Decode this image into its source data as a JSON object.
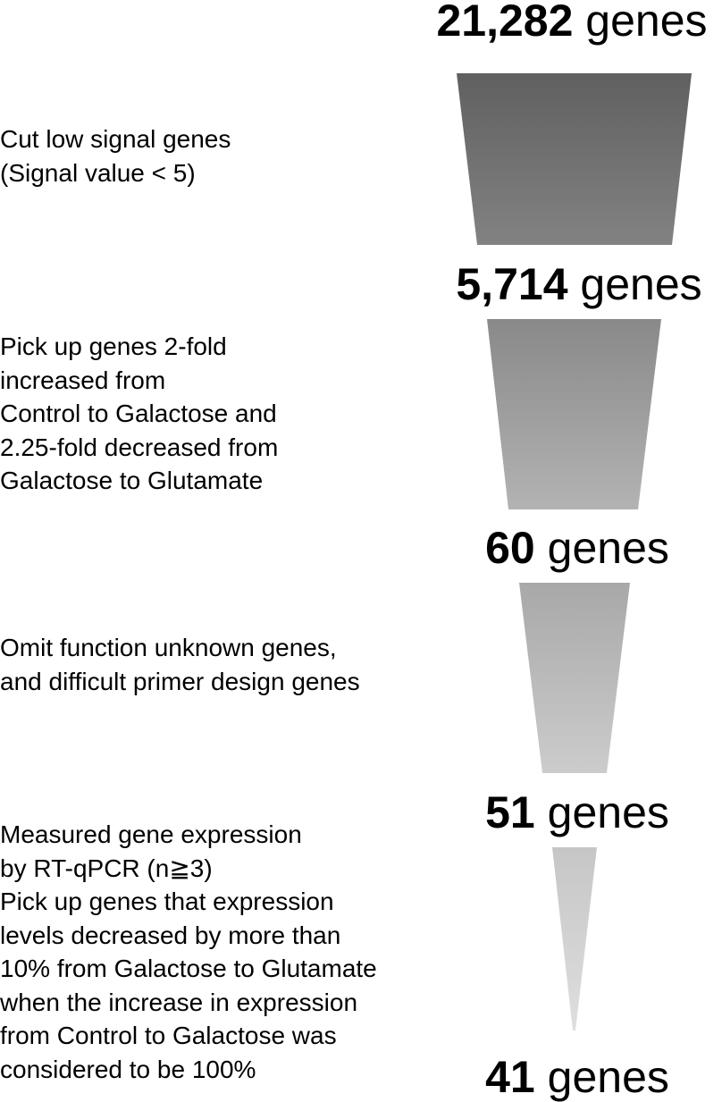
{
  "counts": [
    {
      "value": "21,282",
      "unit": " genes"
    },
    {
      "value": "5,714",
      "unit": " genes"
    },
    {
      "value": "60",
      "unit": " genes"
    },
    {
      "value": "51",
      "unit": " genes"
    },
    {
      "value": "41",
      "unit": " genes"
    }
  ],
  "steps": [
    {
      "lines": [
        "Cut low signal genes",
        "(Signal value < 5)"
      ]
    },
    {
      "lines": [
        "Pick up genes 2-fold",
        "increased from",
        "Control to Galactose and",
        "2.25-fold decreased from",
        "Galactose to Glutamate"
      ]
    },
    {
      "lines": [
        "Omit function unknown genes,",
        "and difficult primer design genes"
      ]
    },
    {
      "lines": [
        "Measured gene expression",
        "by RT-qPCR (n≧3)",
        "Pick up genes that expression",
        "levels decreased by more than",
        "10% from Galactose to Glutamate",
        "when the increase in expression",
        "from Control to Galactose was",
        "considered to be 100%"
      ]
    }
  ],
  "colors": {
    "stage1": [
      "#606060",
      "#828282"
    ],
    "stage2": [
      "#898989",
      "#b3b3b3"
    ],
    "stage3": [
      "#a8a8a8",
      "#cccccc"
    ],
    "stage4": [
      "#c6c6c6",
      "#dedede"
    ]
  }
}
